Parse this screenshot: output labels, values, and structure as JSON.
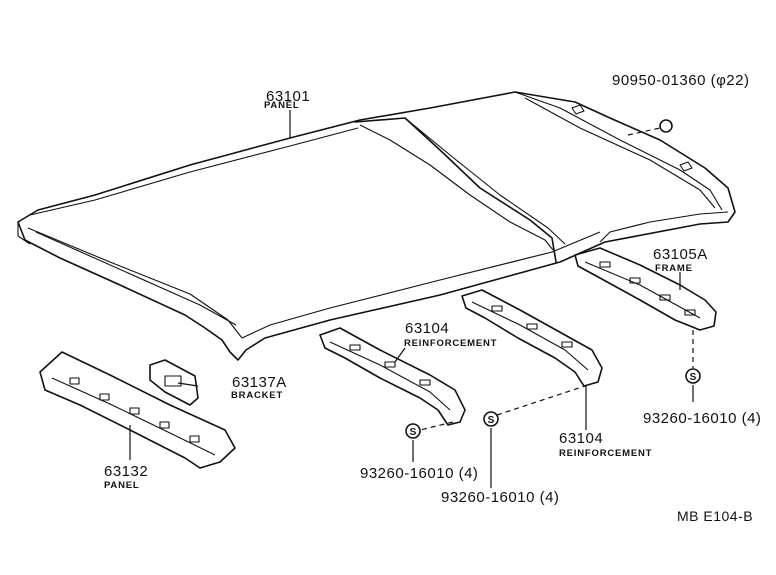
{
  "labels": {
    "panel_top": {
      "number": "63101",
      "name": "PANEL"
    },
    "grommet": {
      "number": "90950-01360 (φ22)"
    },
    "frame": {
      "number": "63105A",
      "name": "FRAME"
    },
    "reinf_left": {
      "number": "63104",
      "name": "REINFORCEMENT"
    },
    "reinf_right": {
      "number": "63104",
      "name": "REINFORCEMENT"
    },
    "bracket": {
      "number": "63137A",
      "name": "BRACKET"
    },
    "panel_front": {
      "number": "63132",
      "name": "PANEL"
    },
    "screw_left": {
      "number": "93260-16010 (4)"
    },
    "screw_mid": {
      "number": "93260-16010 (4)"
    },
    "screw_right": {
      "number": "93260-16010 (4)"
    },
    "screw_symbol": "S",
    "diagram_code": "MB E104-B"
  }
}
